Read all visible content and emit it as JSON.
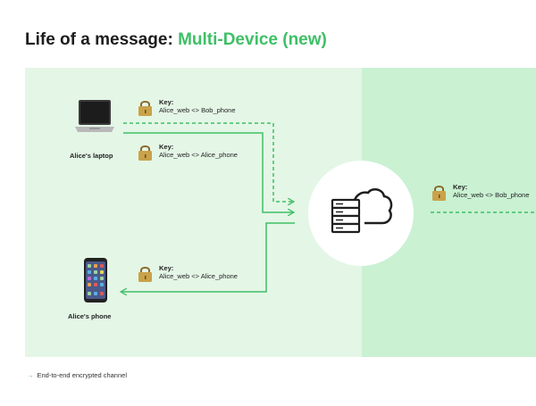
{
  "title": {
    "main": "Life of a message: ",
    "accent": "Multi-Device (new)"
  },
  "devices": {
    "laptop_label": "Alice's laptop",
    "phone_label": "Alice's phone"
  },
  "keys": [
    {
      "title": "Key:",
      "value": "Alice_web <> Bob_phone"
    },
    {
      "title": "Key:",
      "value": "Alice_web <> Alice_phone"
    },
    {
      "title": "Key:",
      "value": "Alice_web <> Alice_phone"
    },
    {
      "title": "Key:",
      "value": "Alice_web <> Bob_phone"
    }
  ],
  "legend": {
    "text": "End-to-end encrypted channel",
    "arrow": "→"
  },
  "colors": {
    "accent": "#3fbf66",
    "panel_left": "#e4f6e6",
    "panel_right": "#c9f1d2",
    "lock": "#c9a24a"
  },
  "icons": [
    "laptop-icon",
    "phone-icon",
    "lock-icon",
    "server-cloud-icon"
  ]
}
